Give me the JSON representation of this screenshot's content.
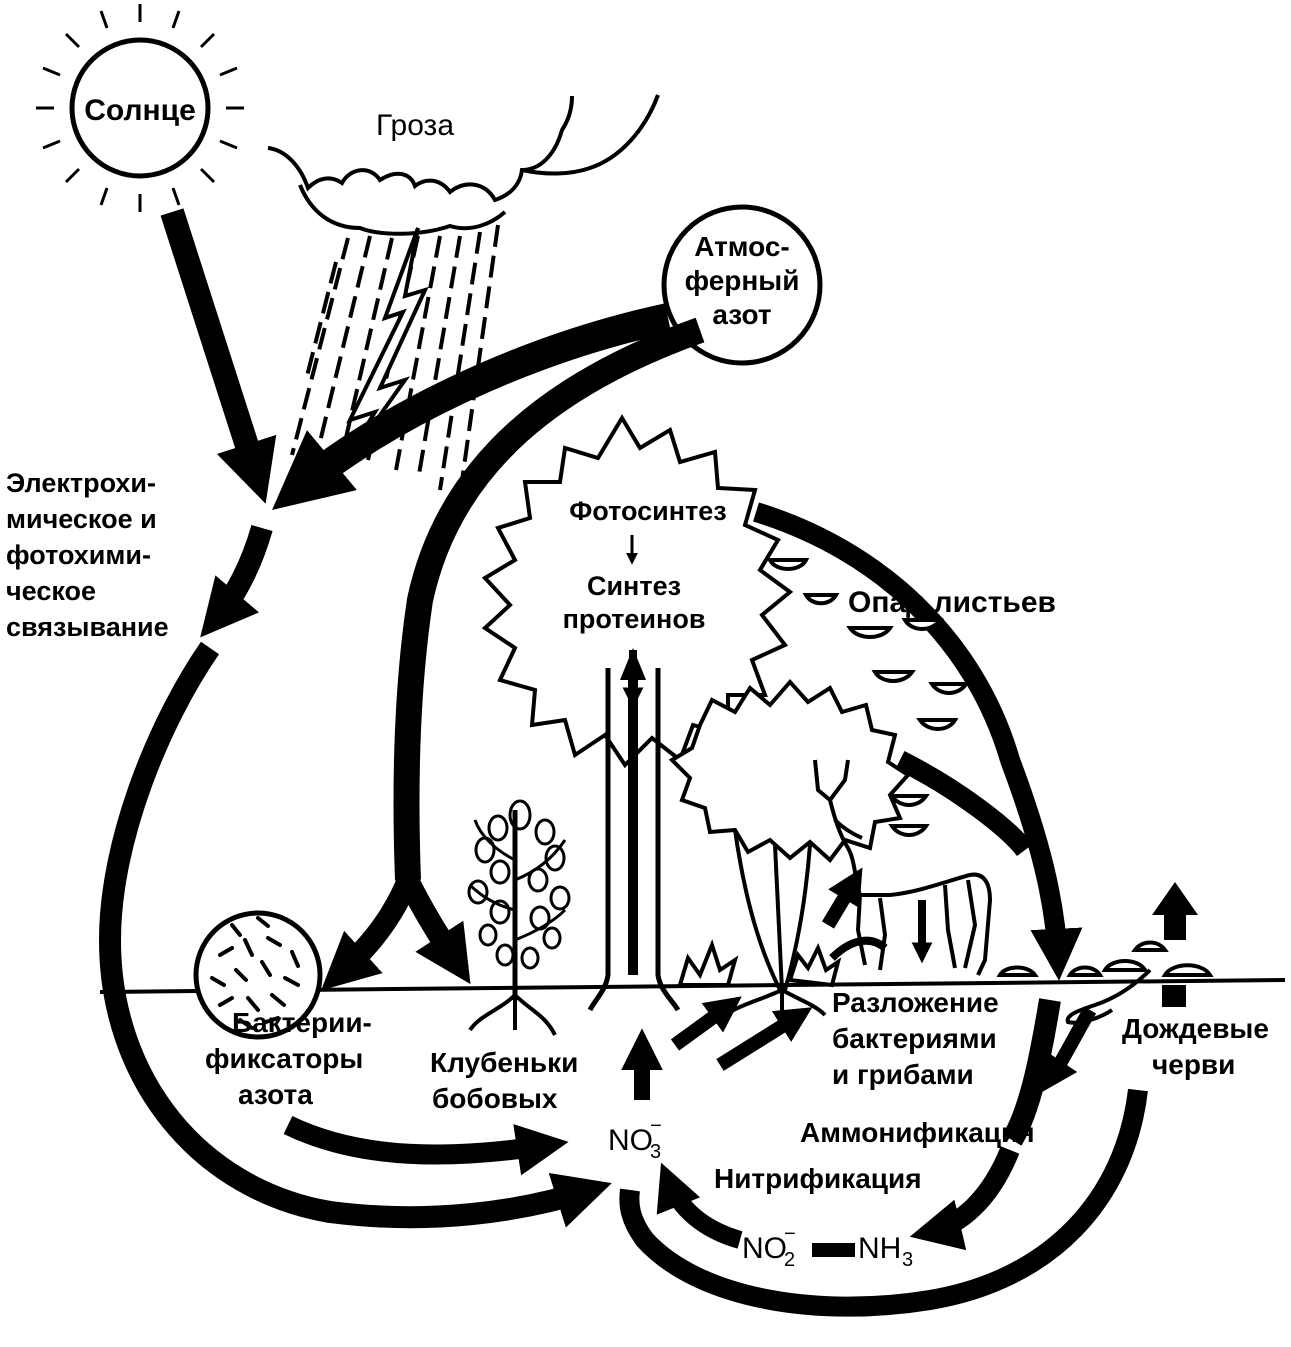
{
  "labels": {
    "sun": "Солнце",
    "storm": "Гроза",
    "atm_1": "Атмос-",
    "atm_2": "ферный",
    "atm_3": "азот",
    "elec_1": "Электрохи-",
    "elec_2": "мическое и",
    "elec_3": "фотохими-",
    "elec_4": "ческое",
    "elec_5": "связывание",
    "photosynthesis": "Фотосинтез",
    "synth_1": "Синтез",
    "synth_2": "протеинов",
    "leaf_fall": "Опад листьев",
    "bact_1": "Бактерии-",
    "bact_2": "фиксаторы",
    "bact_3": "азота",
    "nod_1": "Клубеньки",
    "nod_2": "бобовых",
    "decomp_1": "Разложение",
    "decomp_2": "бактериями",
    "decomp_3": "и грибами",
    "worms_1": "Дождевые",
    "worms_2": "черви",
    "ammon": "Аммонификация",
    "nitrif": "Нитрификация",
    "no3_base": "NO",
    "no3_sub": "3",
    "no3_sup": "−",
    "no2_base": "NO",
    "no2_sub": "2",
    "no2_sup": "−",
    "nh3_base": "NH",
    "nh3_sub": "3"
  }
}
